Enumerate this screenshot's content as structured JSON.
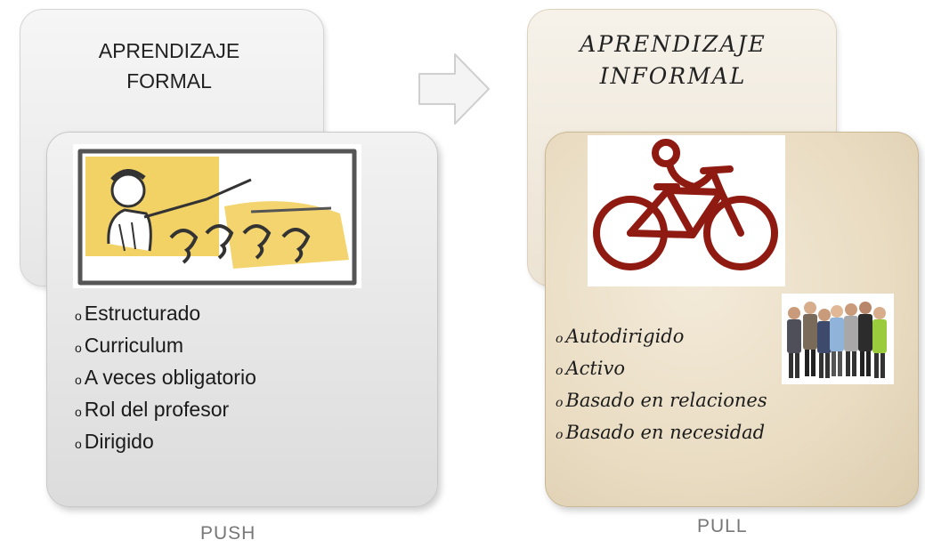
{
  "formal": {
    "title": "APRENDIZAJE\nFORMAL",
    "items": [
      "Estructurado",
      "Curriculum",
      "A veces obligatorio",
      "Rol del profesor",
      "Dirigido"
    ],
    "caption": "PUSH"
  },
  "informal": {
    "title": "APRENDIZAJE\nINFORMAL",
    "items": [
      "Autodirigido",
      "Activo",
      "Basado en relaciones",
      "Basado en necesidad"
    ],
    "caption": "PULL"
  },
  "bullet": "o",
  "colors": {
    "formal_card": "#e6e6e6",
    "informal_card": "#e9dcc2",
    "sketch_yellow": "#f0c94a",
    "bike_red": "#8e1a12",
    "caption_gray": "#777777"
  },
  "icons": [
    "teacher-classroom-sketch",
    "right-arrow-icon",
    "bicycle-sketch",
    "people-group-illustration"
  ]
}
